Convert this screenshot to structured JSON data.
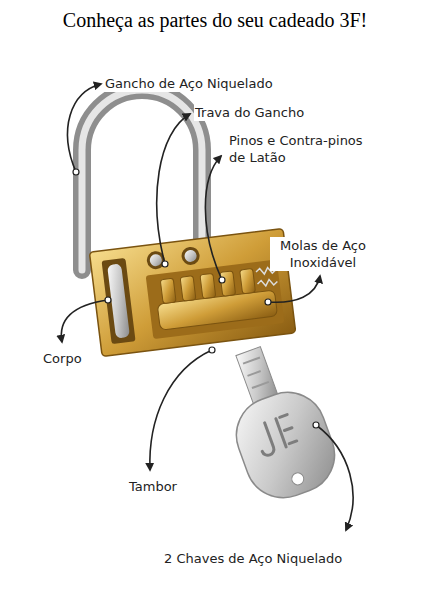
{
  "diagram": {
    "title": "Conheça as partes do seu cadeado 3F!",
    "labels": [
      "Gancho de Aço Niquelado",
      "Trava do Gancho",
      "Pinos e Contra-pinos de Latão",
      "Molas de Aço Inoxidável",
      "Corpo",
      "Tambor",
      "2 Chaves de Aço Niquelado"
    ]
  }
}
